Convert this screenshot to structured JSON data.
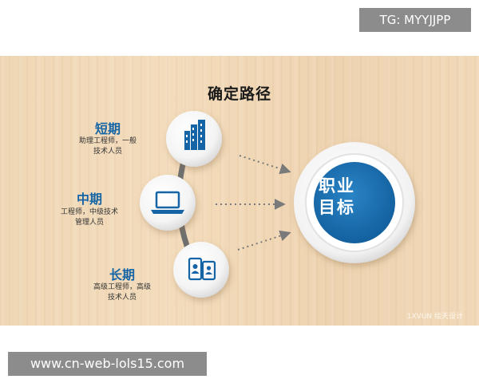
{
  "overlay": {
    "tg_text": "TG: MYYJJPP",
    "url_text": "www.cn-web-lols15.com"
  },
  "slide": {
    "title": "确定路径",
    "watermark": "1XVUN 绘天设计",
    "stages": [
      {
        "title": "短期",
        "desc_line1": "助理工程师，一般",
        "desc_line2": "技术人员",
        "icon": "buildings-icon"
      },
      {
        "title": "中期",
        "desc_line1": "工程师，中级技术",
        "desc_line2": "管理人员",
        "icon": "laptop-icon"
      },
      {
        "title": "长期",
        "desc_line1": "高级工程师，高级",
        "desc_line2": "技术人员",
        "icon": "phones-icon"
      }
    ],
    "goal": {
      "line1": "职业",
      "line2": "目标"
    }
  },
  "colors": {
    "accent_blue": "#1565a6",
    "wood": "#f0d7b5",
    "arc": "#6f6f6f",
    "arrow": "#7a7a7a"
  }
}
